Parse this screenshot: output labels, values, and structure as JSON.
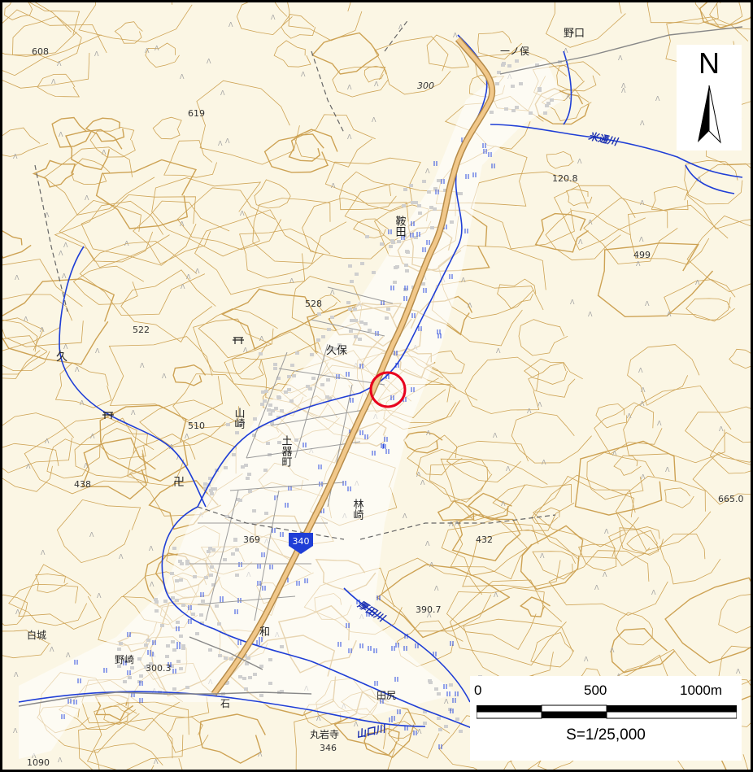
{
  "map": {
    "place_labels": {
      "noguchi": "野口",
      "ichinomata": "一ノ俣",
      "kuda": "鞍田",
      "kubo": "久保",
      "yamazaki": "山崎",
      "tokomachi": "土器町",
      "hayashizaki": "林崎",
      "wa": "和",
      "shiroshiro": "白城",
      "nozaki": "野崎",
      "tajiri": "田尻",
      "ishi": "石",
      "maruyamaji": "丸岩寺",
      "kutsu": "久"
    },
    "rivers": {
      "yonekawa": "米通川",
      "river_mid": "厚田川",
      "yamaguchi": "山口川"
    },
    "elevations": {
      "e608": "608",
      "e619": "619",
      "e1208": "120.8",
      "e499": "499",
      "e528": "528",
      "e522": "522",
      "e510": "510",
      "e438": "438",
      "e369": "369",
      "e432": "432",
      "e3907": "390.7",
      "e3003": "300.3",
      "e346": "346",
      "e6650": "665.0",
      "e1090": "1090",
      "c300": "300"
    },
    "road_number": "340",
    "north_label": "N",
    "scale": {
      "tick_0": "0",
      "tick_500": "500",
      "tick_1000": "1000m",
      "ratio": "S=1/25,000"
    },
    "colors": {
      "background": "#fbf6e4",
      "contour": "#c99a45",
      "river": "#1f3ed6",
      "road": "#f1c88a",
      "settlement": "#d9d9d9",
      "marker": "#e8001e"
    }
  }
}
